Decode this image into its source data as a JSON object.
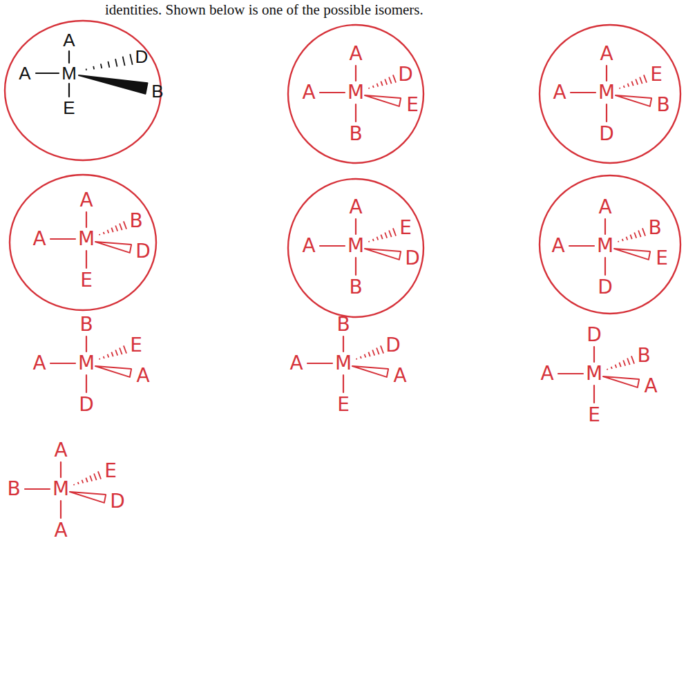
{
  "diagram": {
    "nodes": [
      {
        "text": [
          "A",
          "A",
          "M",
          "D",
          "B",
          "E"
        ]
      },
      {
        "text": [
          "A",
          "A",
          "M",
          "D",
          "E",
          "B"
        ]
      },
      {
        "text": [
          "A",
          "A",
          "M",
          "E",
          "B",
          "D"
        ]
      },
      {
        "text": [
          "A",
          "A",
          "M",
          "B",
          "D",
          "E"
        ]
      },
      {
        "text": [
          "A",
          "A",
          "M",
          "E",
          "D",
          "B"
        ]
      },
      {
        "text": [
          "A",
          "A",
          "M",
          "B",
          "E",
          "D"
        ]
      }
    ],
    "labels": [
      "identities. Shown below is one of the possible isomers.",
      "B",
      "A",
      "M",
      "E",
      "A",
      "D",
      "B",
      "A",
      "M",
      "D",
      "A",
      "E",
      "D",
      "A",
      "M",
      "B",
      "A",
      "E",
      "A",
      "B",
      "M",
      "E",
      "D",
      "A"
    ]
  }
}
